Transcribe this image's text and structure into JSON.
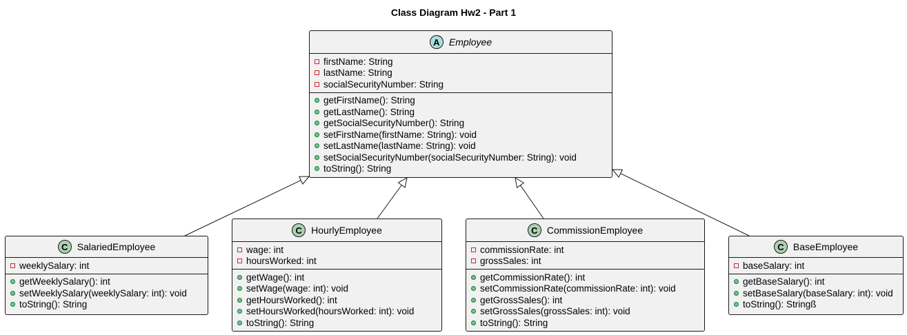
{
  "title": "Class Diagram Hw2 - Part 1",
  "colors": {
    "class_fill": "#f1f1f1",
    "border": "#181818",
    "class_badge": "#add1b2",
    "abstract_badge": "#a9dcdf",
    "private_marker": "#c82930",
    "public_marker": "#84be84"
  },
  "classes": {
    "employee": {
      "stereotype": "A",
      "name": "Employee",
      "fields": [
        "firstName: String",
        "lastName: String",
        "socialSecurityNumber: String"
      ],
      "methods": [
        "getFirstName(): String",
        "getLastName(): String",
        "getSocialSecurityNumber(): String",
        "setFirstName(firstName: String): void",
        "setLastName(lastName: String): void",
        "setSocialSecurityNumber(socialSecurityNumber: String): void",
        "toString(): String"
      ]
    },
    "salaried": {
      "stereotype": "C",
      "name": "SalariedEmployee",
      "fields": [
        "weeklySalary: int"
      ],
      "methods": [
        "getWeeklySalary(): int",
        "setWeeklySalary(weeklySalary: int): void",
        "toString(): String"
      ]
    },
    "hourly": {
      "stereotype": "C",
      "name": "HourlyEmployee",
      "fields": [
        "wage: int",
        "hoursWorked: int"
      ],
      "methods": [
        "getWage(): int",
        "setWage(wage: int): void",
        "getHoursWorked(): int",
        "setHoursWorked(hoursWorked: int): void",
        "toString(): String"
      ]
    },
    "commission": {
      "stereotype": "C",
      "name": "CommissionEmployee",
      "fields": [
        "commissionRate: int",
        "grossSales: int"
      ],
      "methods": [
        "getCommissionRate(): int",
        "setCommissionRate(commissionRate: int): void",
        "getGrossSales(): int",
        "setGrossSales(grossSales: int): void",
        "toString(): String"
      ]
    },
    "base": {
      "stereotype": "C",
      "name": "BaseEmployee",
      "fields": [
        "baseSalary: int"
      ],
      "methods": [
        "getBaseSalary(): int",
        "setBaseSalary(baseSalary: int): void",
        "toString(): Stringß"
      ]
    }
  },
  "relations": [
    {
      "from": "salaried",
      "to": "employee",
      "type": "extends"
    },
    {
      "from": "hourly",
      "to": "employee",
      "type": "extends"
    },
    {
      "from": "commission",
      "to": "employee",
      "type": "extends"
    },
    {
      "from": "base",
      "to": "employee",
      "type": "extends"
    }
  ]
}
